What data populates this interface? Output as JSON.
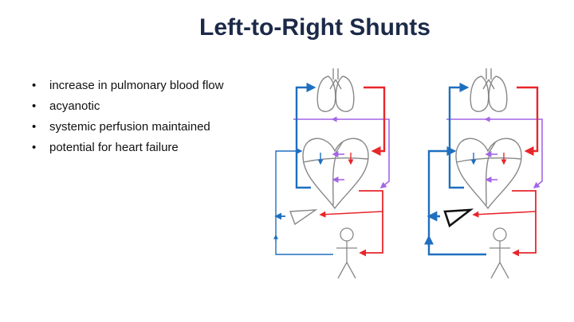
{
  "slide": {
    "title": "Left-to-Right Shunts",
    "bullets": [
      "increase in pulmonary blood flow",
      "acyanotic",
      "systemic perfusion maintained",
      "potential for heart failure"
    ]
  },
  "diagrams": [
    {
      "name": "circulation-diagram-normal",
      "emphasized_systemic_flow": false
    },
    {
      "name": "circulation-diagram-shunt",
      "emphasized_systemic_flow": true
    }
  ],
  "colors": {
    "title": "#1c2a48",
    "oxygenated": "#e8262b",
    "deoxygenated": "#1e6fbf",
    "shunt": "#a365e6",
    "outline": "#888888"
  }
}
